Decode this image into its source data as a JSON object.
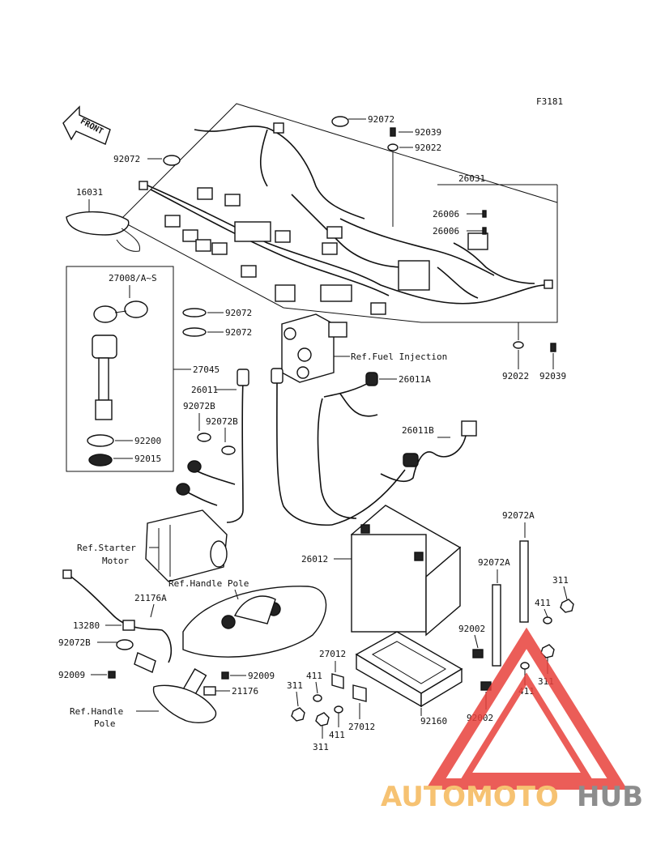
{
  "figure_code": "F3181",
  "front_label": "FRONT",
  "callouts": {
    "c92072_top": "92072",
    "c92039_top": "92039",
    "c92022_top": "92022",
    "c92072_left": "92072",
    "c26031": "26031",
    "c16031": "16031",
    "c26006_a": "26006",
    "c26006_b": "26006",
    "c27008": "27008/A~S",
    "c92072_m1": "92072",
    "c92072_m2": "92072",
    "c27045": "27045",
    "c26011": "26011",
    "ref_fuel": "Ref.Fuel Injection",
    "c26011A": "26011A",
    "c92022_r": "92022",
    "c92039_r": "92039",
    "c92072B_a": "92072B",
    "c92072B_b": "92072B",
    "c26011B": "26011B",
    "c92200": "92200",
    "c92015": "92015",
    "c92072A_a": "92072A",
    "c92072A_b": "92072A",
    "ref_starter_1": "Ref.Starter",
    "ref_starter_2": "Motor",
    "c26012": "26012",
    "ref_handle": "Ref.Handle Pole",
    "c21176A": "21176A",
    "c311_a": "311",
    "c411_a": "411",
    "c13280": "13280",
    "c92002_a": "92002",
    "c92072B_c": "92072B",
    "c27012_a": "27012",
    "c92009_a": "92009",
    "c411_b": "411",
    "c92009_b": "92009",
    "c311_b": "311",
    "c411_c": "411",
    "c311_c": "311",
    "c21176": "21176",
    "c27012_b": "27012",
    "c92160": "92160",
    "c92002_b": "92002",
    "ref_handle2_1": "Ref.Handle",
    "ref_handle2_2": "Pole",
    "c411_d": "411",
    "c311_d": "311"
  },
  "watermark": {
    "part1": "AUTOMOTO",
    "part2": "HUB",
    "color1": "#f5b85a",
    "color2": "#7a7a7a",
    "triangle_color": "#e8413c"
  }
}
